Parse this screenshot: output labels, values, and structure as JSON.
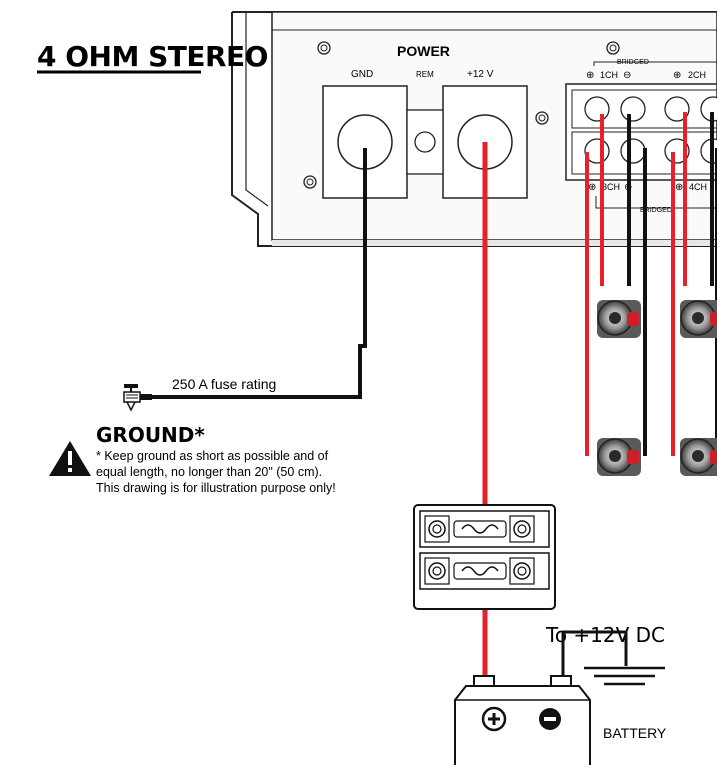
{
  "title": "4 OHM STEREO",
  "power_panel": {
    "heading": "POWER",
    "gnd_label": "GND",
    "rem_label": "REM",
    "plus12_label": "+12  V"
  },
  "channels": {
    "bridged_top": "BRIDGED",
    "bridged_bottom": "BRIDGED",
    "ch1": "1CH",
    "ch2": "2CH",
    "ch3": "3CH",
    "ch4": "4CH"
  },
  "fuse_rating": "250 A fuse rating",
  "ground": {
    "heading": "GROUND*",
    "note_line1": "* Keep ground as short as possible and of",
    "note_line2": "equal length, no longer than 20\" (50 cm).",
    "note_line3": "This drawing is for illustration purpose only!"
  },
  "to_dc_label": "To +12V DC",
  "battery_label": "BATTERY",
  "colors": {
    "positive_wire": "#e8202a",
    "ground_wire": "#111111",
    "accent": "#000000"
  }
}
